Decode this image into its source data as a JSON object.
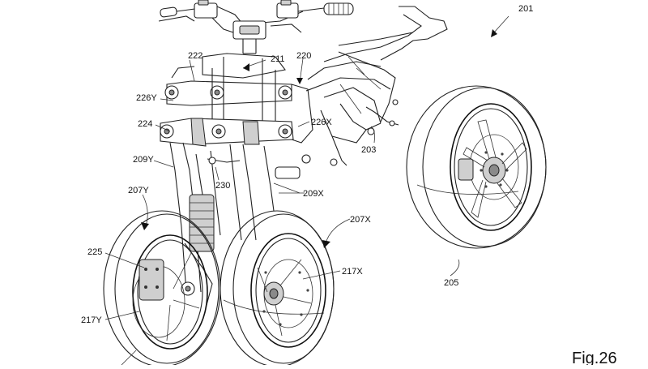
{
  "figure": {
    "caption": "Fig.26",
    "labels": {
      "l201": "201",
      "l222": "222",
      "l211": "211",
      "l220": "220",
      "l226Y": "226Y",
      "l224": "224",
      "l226X": "226X",
      "l203": "203",
      "l209Y": "209Y",
      "l230": "230",
      "l209X": "209X",
      "l207Y": "207Y",
      "l207X": "207X",
      "l225": "225",
      "l217X": "217X",
      "l217Y": "217Y",
      "l205": "205"
    }
  }
}
